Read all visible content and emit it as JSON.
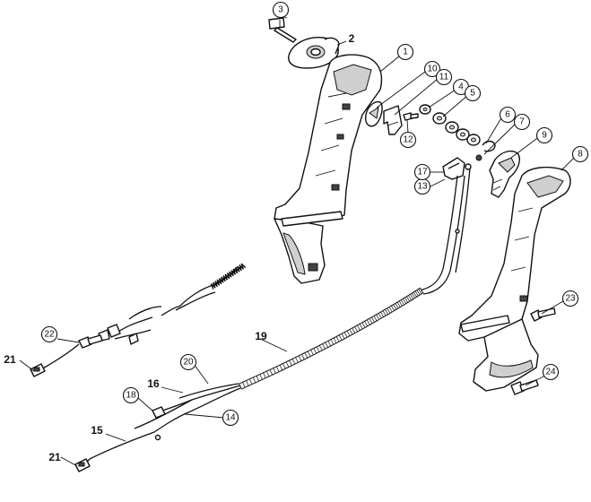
{
  "callouts": [
    {
      "id": "c1",
      "label": "1",
      "style": "circle"
    },
    {
      "id": "c2",
      "label": "2",
      "style": "plain"
    },
    {
      "id": "c3",
      "label": "3",
      "style": "circle"
    },
    {
      "id": "c4",
      "label": "4",
      "style": "circle"
    },
    {
      "id": "c5",
      "label": "5",
      "style": "circle"
    },
    {
      "id": "c6",
      "label": "6",
      "style": "circle"
    },
    {
      "id": "c7",
      "label": "7",
      "style": "circle"
    },
    {
      "id": "c8",
      "label": "8",
      "style": "circle"
    },
    {
      "id": "c9",
      "label": "9",
      "style": "circle"
    },
    {
      "id": "c10",
      "label": "10",
      "style": "circle"
    },
    {
      "id": "c11",
      "label": "11",
      "style": "circle"
    },
    {
      "id": "c12",
      "label": "12",
      "style": "circle"
    },
    {
      "id": "c13",
      "label": "13",
      "style": "circle"
    },
    {
      "id": "c14",
      "label": "14",
      "style": "circle"
    },
    {
      "id": "c15",
      "label": "15",
      "style": "plain"
    },
    {
      "id": "c16",
      "label": "16",
      "style": "plain"
    },
    {
      "id": "c17",
      "label": "17",
      "style": "circle"
    },
    {
      "id": "c18",
      "label": "18",
      "style": "circle"
    },
    {
      "id": "c19",
      "label": "19",
      "style": "plain"
    },
    {
      "id": "c20",
      "label": "20",
      "style": "circle"
    },
    {
      "id": "c21a",
      "label": "21",
      "style": "plain"
    },
    {
      "id": "c21b",
      "label": "21",
      "style": "plain"
    },
    {
      "id": "c22",
      "label": "22",
      "style": "circle"
    },
    {
      "id": "c23",
      "label": "23",
      "style": "circle"
    },
    {
      "id": "c24",
      "label": "24",
      "style": "circle"
    }
  ]
}
